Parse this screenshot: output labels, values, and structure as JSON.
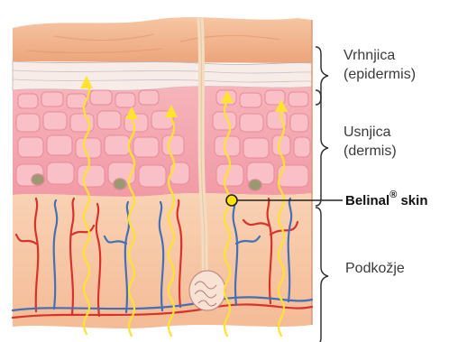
{
  "labels": {
    "epidermis_line1": "Vrhnjica",
    "epidermis_line2": "(epidermis)",
    "dermis_line1": "Usnjica",
    "dermis_line2": "(dermis)",
    "subcutis": "Podkožje",
    "product_name": "Belinal",
    "product_mark": "®",
    "product_suffix": " skin"
  },
  "colors": {
    "top_face": "#f0b28c",
    "epidermis_band": "#f8eae6",
    "dermis": "#f3a3ad",
    "cell_fill": "#f8b5bd",
    "subcutis": "#f6c9a8",
    "heat_wave": "#fde233",
    "artery": "#d8332b",
    "vein": "#4470b4",
    "hair": "#f7e7cf",
    "follicle_marker": "#ffe100"
  }
}
